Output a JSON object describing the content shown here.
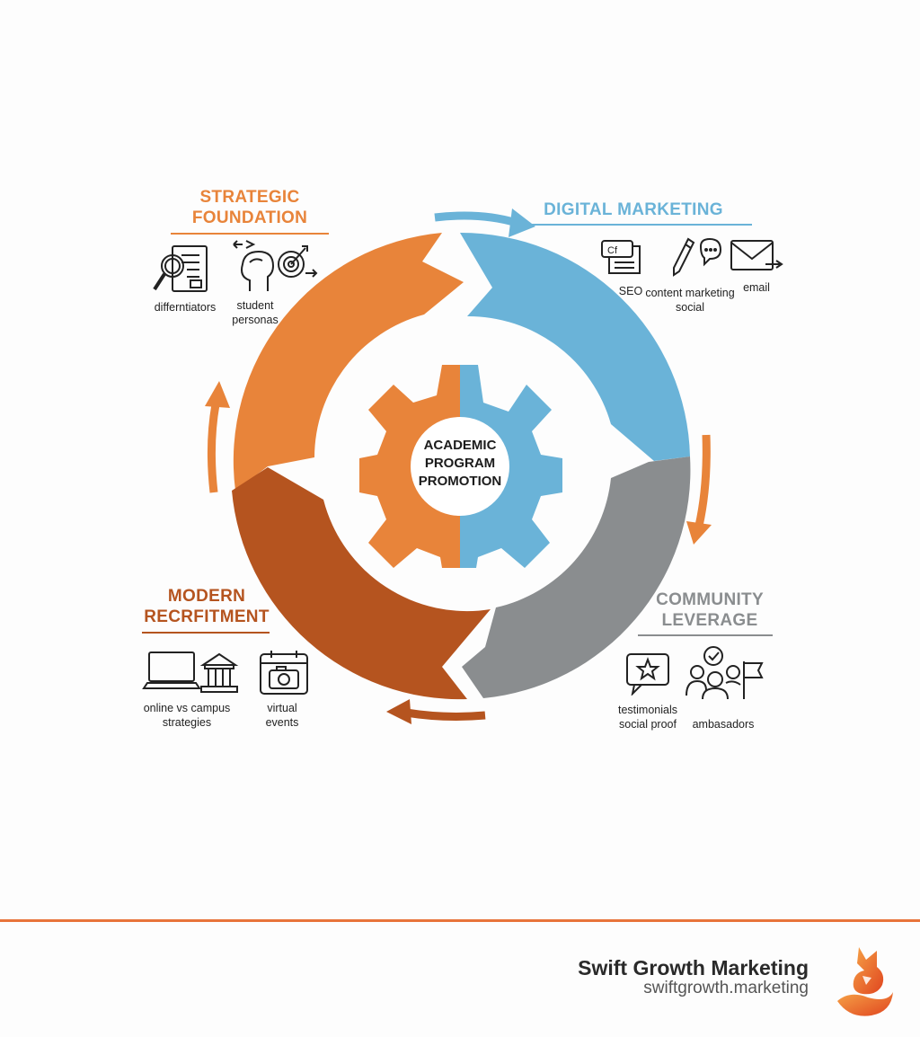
{
  "colors": {
    "orange": "#e8843a",
    "blue": "#6ab3d8",
    "gray": "#8a8d8f",
    "rust": "#b5541f",
    "footer_line": "#e8743a"
  },
  "center": {
    "text": "ACADEMIC\nPROGRAM\nPROMOTION"
  },
  "sections": {
    "strategic": {
      "title": "STRATEGIC\nFOUNDATION",
      "items": [
        "differntiators",
        "student\npersonas"
      ],
      "icons": [
        "magnifier-document-icon",
        "head-target-icon"
      ]
    },
    "digital": {
      "title": "DIGITAL MARKETING",
      "items": [
        "SEO",
        "content marketing\nsocial",
        "email"
      ],
      "icons": [
        "seo-document-icon",
        "pen-chat-icon",
        "envelope-icon"
      ]
    },
    "community": {
      "title": "COMMUNITY\nLEVERAGE",
      "items": [
        "testimonials\nsocial proof",
        "ambasadors"
      ],
      "icons": [
        "star-chat-icon",
        "people-flag-icon"
      ]
    },
    "recruitment": {
      "title": "MODERN\nRECRFITMENT",
      "items": [
        "online vs campus\nstrategies",
        "virtual\nevents"
      ],
      "icons": [
        "laptop-campus-icon",
        "calendar-camera-icon"
      ]
    }
  },
  "footer": {
    "brand": "Swift Growth Marketing",
    "url": "swiftgrowth.marketing",
    "logo_icon": "fox-logo-icon"
  }
}
